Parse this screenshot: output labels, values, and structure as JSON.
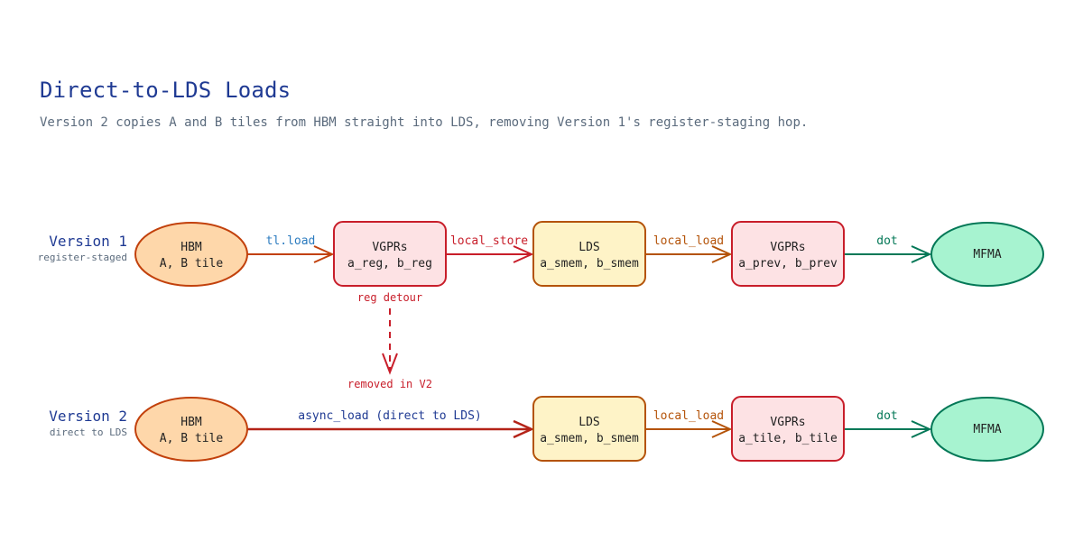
{
  "title": "Direct-to-LDS Loads",
  "subtitle": "Version 2 copies A and B tiles from HBM straight into LDS, removing Version 1's register-staging hop.",
  "colors": {
    "title": "#1f3a93",
    "subtitle": "#5b6b7d",
    "hbm_fill": "#fed7aa",
    "hbm_stroke": "#c2410c",
    "vgpr_fill": "#fde2e4",
    "vgpr_stroke": "#c81e2a",
    "lds_fill": "#fef3c7",
    "lds_stroke": "#b45309",
    "mfma_fill": "#a7f3d0",
    "mfma_stroke": "#047857",
    "tl_load": "#2b7bbf",
    "local_store": "#c81e2a",
    "local_load": "#b45309",
    "dot": "#047857",
    "async": "#b42318",
    "async_label": "#1f3a93",
    "detour": "#c81e2a"
  },
  "version1": {
    "label": "Version 1",
    "sublabel": "register-staged",
    "hbm": {
      "title": "HBM",
      "detail": "A, B tile"
    },
    "vgpr_a": {
      "title": "VGPRs",
      "detail": "a_reg, b_reg"
    },
    "lds": {
      "title": "LDS",
      "detail": "a_smem, b_smem"
    },
    "vgpr_b": {
      "title": "VGPRs",
      "detail": "a_prev, b_prev"
    },
    "mfma": {
      "title": "MFMA"
    },
    "edges": {
      "tl_load": "tl.load",
      "local_store": "local_store",
      "local_load": "local_load",
      "dot": "dot"
    }
  },
  "detour": {
    "top_label": "reg detour",
    "bottom_label": "removed in V2"
  },
  "version2": {
    "label": "Version 2",
    "sublabel": "direct to LDS",
    "hbm": {
      "title": "HBM",
      "detail": "A, B tile"
    },
    "lds": {
      "title": "LDS",
      "detail": "a_smem, b_smem"
    },
    "vgpr": {
      "title": "VGPRs",
      "detail": "a_tile, b_tile"
    },
    "mfma": {
      "title": "MFMA"
    },
    "edges": {
      "async_load": "async_load (direct to LDS)",
      "local_load": "local_load",
      "dot": "dot"
    }
  }
}
